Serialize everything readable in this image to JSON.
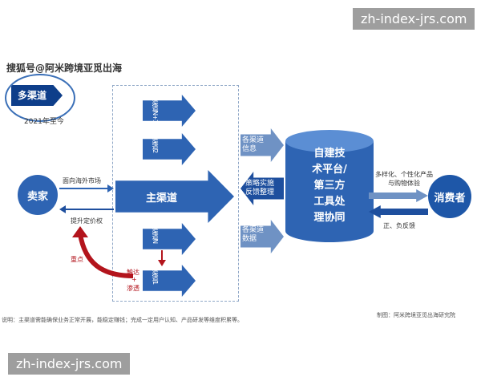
{
  "watermark_top": "zh-index-jrs.com",
  "watermark_bottom": "zh-index-jrs.com",
  "source_tag": "搜狐号@阿米跨境亚觅出海",
  "badge": {
    "title": "多渠道",
    "subtitle": "2021年至今"
  },
  "seller": "卖家",
  "consumer": "消费者",
  "main_channel": "主渠道",
  "channels": {
    "c1": "渠道1",
    "c2": "渠道2",
    "cN": "渠道N",
    "top": "渠道N+1"
  },
  "platform": [
    "自建技",
    "术平台/",
    "第三方",
    "工具处",
    "理协同"
  ],
  "arrows": {
    "info": [
      "各渠道",
      "信息"
    ],
    "feedback": [
      "策略实施",
      "反馈整理"
    ],
    "data": [
      "各渠道",
      "数据"
    ]
  },
  "labels": {
    "to_overseas": "面向海外市场",
    "pricing": "提升定价权",
    "focus": "重点",
    "reach": "触达",
    "plus": "+",
    "penetrate": "渗透",
    "experience_line1": "多样化、个性化产品",
    "experience_line2": "与购物体验",
    "feedback": "正、负反馈"
  },
  "footer_left": "说明：主渠道需能确保业务正常开展，能稳定赚钱；完成一定用户认知、产品研发等维度积累等。",
  "footer_right": "制图：阿米跨境亚觅出海研究院"
}
